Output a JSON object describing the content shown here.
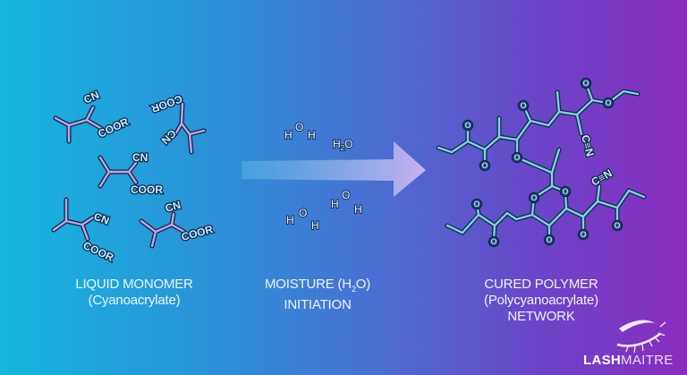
{
  "monomer": {
    "cn_label": "CN",
    "coor_label": "COOR"
  },
  "water": {
    "h": "H",
    "o": "O",
    "formula": "H",
    "formula_sub": "2",
    "formula_o": "O"
  },
  "polymer": {
    "oxygen": "O",
    "nitrile": "C≡N"
  },
  "captions": {
    "monomer": {
      "line1": "LIQUID MONOMER",
      "line2": "(Cyanoacrylate)"
    },
    "moisture": {
      "line1_pre": "MOISTURE (H",
      "line1_sub": "2",
      "line1_post": "O)",
      "line2": "INITIATION"
    },
    "polymer": {
      "line1": "CURED POLYMER",
      "line2": "(Polycyanoacrylate)",
      "line3": "NETWORK"
    }
  },
  "logo": {
    "bold": "LASH",
    "light": "MAITRE"
  },
  "colors": {
    "background_left": "#15b5dd",
    "background_right": "#8a2cbf",
    "monomer_bond": "#c9a0e8",
    "polymer_bond": "#7ed3df"
  }
}
